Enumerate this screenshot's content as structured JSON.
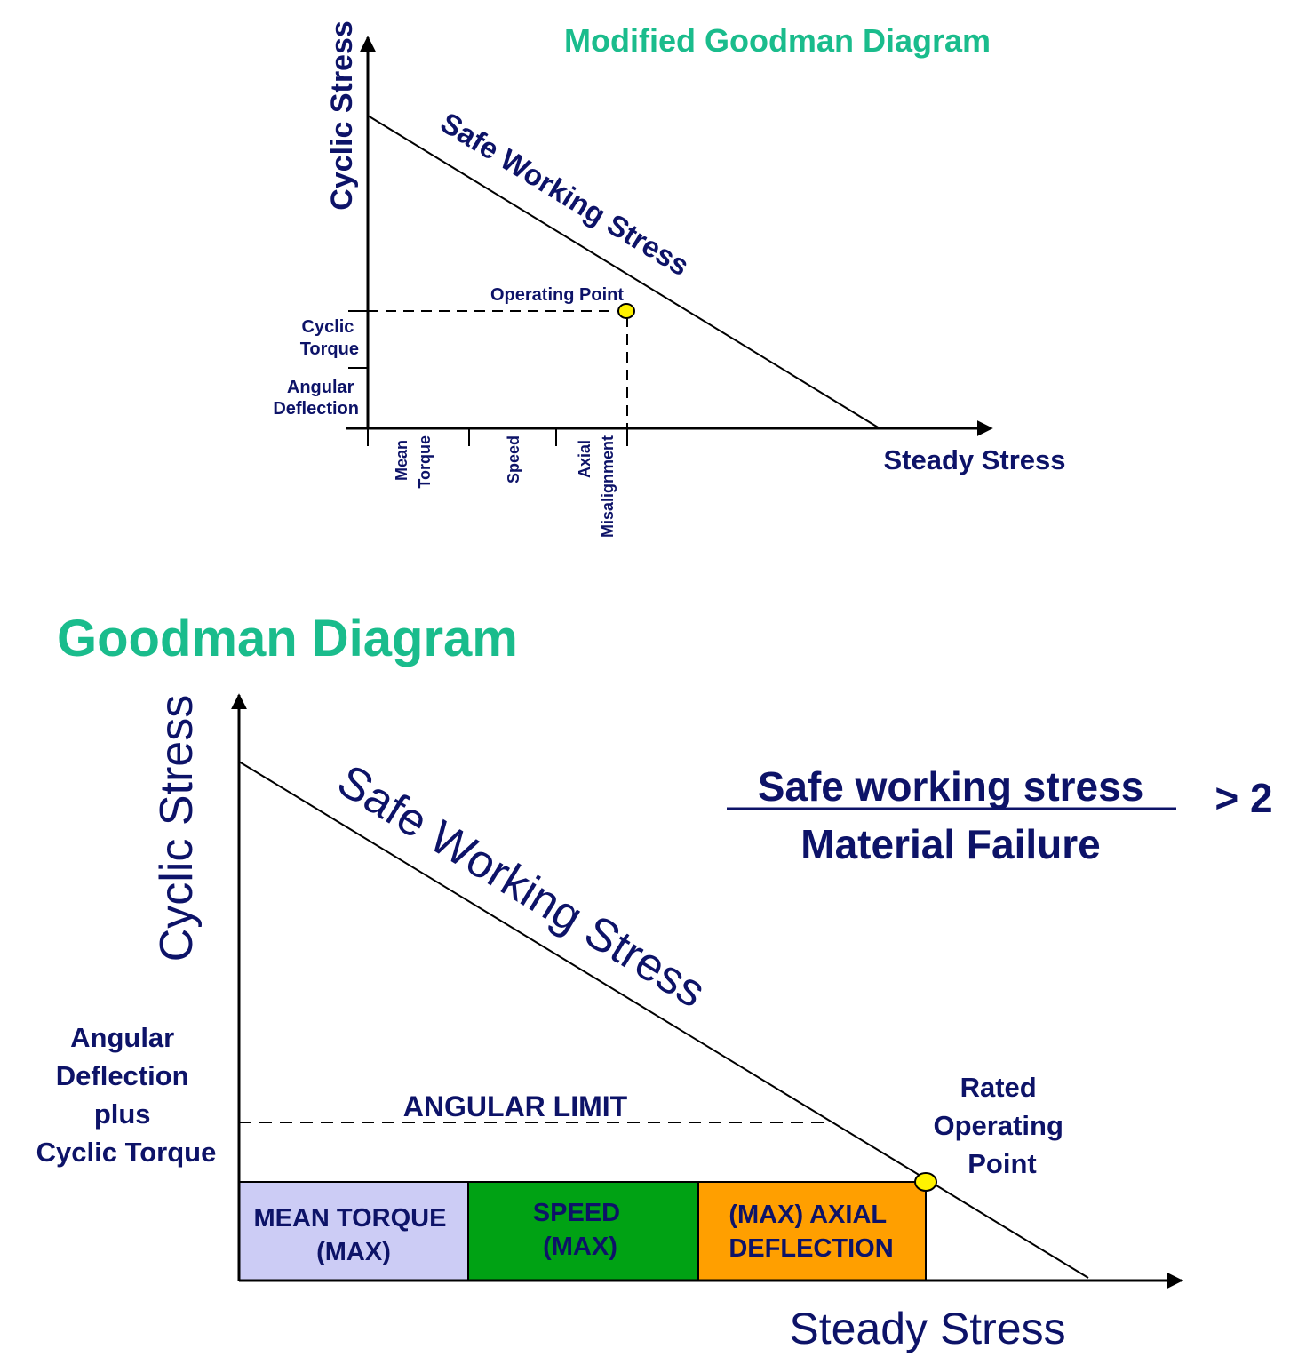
{
  "colors": {
    "title": "#1ABC8C",
    "navy": "#0D1368",
    "line": "#000000",
    "point_fill": "#FFF200",
    "mean_torque_fill": "#CCCCF5",
    "speed_fill": "#00A214",
    "axial_fill": "#FF9F00"
  },
  "top_diagram": {
    "title": "Modified Goodman Diagram",
    "y_axis_label": "Cyclic Stress",
    "x_axis_label": "Steady Stress",
    "line_label": "Safe Working Stress",
    "point_label": "Operating Point",
    "y_segments": [
      {
        "lines": [
          "Cyclic",
          "Torque"
        ]
      },
      {
        "lines": [
          "Angular",
          "Deflection"
        ]
      }
    ],
    "x_segments": [
      {
        "lines": [
          "Mean",
          "Torque"
        ]
      },
      {
        "lines": [
          "Speed"
        ]
      },
      {
        "lines": [
          "Axial",
          "Misalignment"
        ]
      }
    ]
  },
  "bottom_diagram": {
    "title": "Goodman Diagram",
    "y_axis_label": "Cyclic Stress",
    "x_axis_label": "Steady Stress",
    "line_label": "Safe Working Stress",
    "left_label": [
      "Angular",
      "Deflection",
      "plus",
      "Cyclic Torque"
    ],
    "angular_limit": "ANGULAR LIMIT",
    "ratio": {
      "numerator": "Safe working stress",
      "denominator": "Material Failure",
      "comparison": "> 2"
    },
    "point_label": [
      "Rated",
      "Operating",
      "Point"
    ],
    "boxes": [
      {
        "lines": [
          "MEAN TORQUE",
          "(MAX)"
        ]
      },
      {
        "lines": [
          "SPEED",
          "(MAX)"
        ]
      },
      {
        "lines": [
          "(MAX) AXIAL",
          "DEFLECTION"
        ]
      }
    ]
  }
}
